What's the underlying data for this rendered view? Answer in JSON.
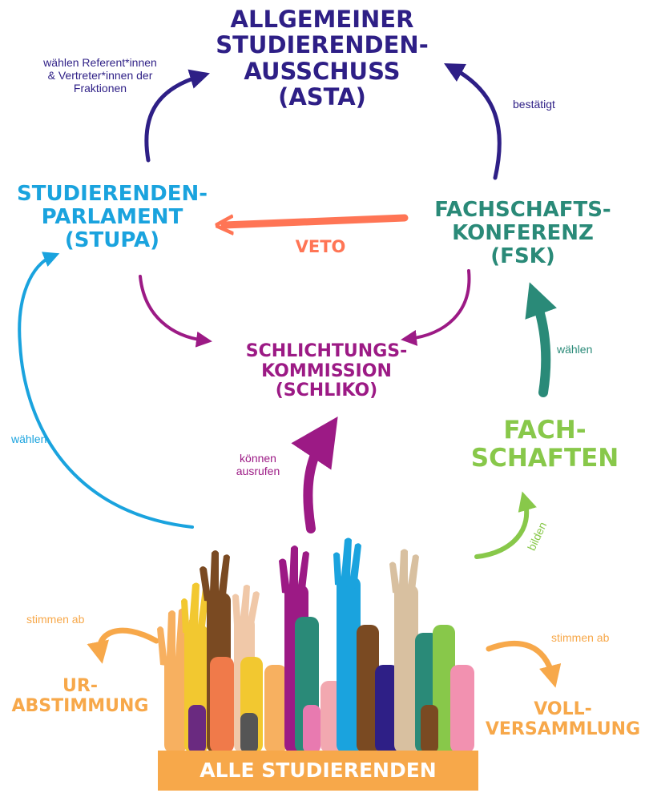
{
  "nodes": {
    "asta": [
      "ALLGEMEINER",
      "STUDIERENDEN-",
      "AUSSCHUSS",
      "(ASTA)"
    ],
    "stupa": [
      "STUDIERENDEN-",
      "PARLAMENT",
      "(STUPA)"
    ],
    "fsk": [
      "FACHSCHAFTS-",
      "KONFERENZ",
      "(FSK)"
    ],
    "schliko": [
      "SCHLICHTUNGS-",
      "KOMMISSION",
      "(SCHLIKO)"
    ],
    "fachschaften": [
      "FACH-",
      "SCHAFTEN"
    ],
    "urabstimmung": [
      "UR-",
      "ABSTIMMUNG"
    ],
    "vollversammlung": [
      "VOLL-",
      "VERSAMMLUNG"
    ],
    "alle_studierenden": "ALLE STUDIERENDEN"
  },
  "edges": {
    "asta_left": [
      "wählen Referent*innen",
      "& Vertreter*innen der",
      "Fraktionen"
    ],
    "bestaetigt": "bestätigt",
    "veto": "VETO",
    "waehlen_left": "wählen",
    "waehlen_right": "wählen",
    "koennen_ausrufen": [
      "können",
      "ausrufen"
    ],
    "bilden": "bilden",
    "stimmen_ab_left": "stimmen ab",
    "stimmen_ab_right": "stimmen ab"
  },
  "colors": {
    "asta": "#2e1f86",
    "stupa": "#1aa3de",
    "fsk": "#2a8a78",
    "schliko": "#9c1a85",
    "veto": "#ff7555",
    "fachschaften": "#88c84a",
    "orange": "#f7a84a"
  },
  "icons": [
    "raised-hands-illustration"
  ]
}
